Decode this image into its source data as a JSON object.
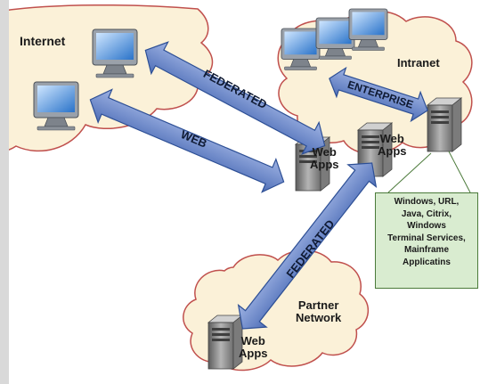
{
  "zones": {
    "internet": "Internet",
    "intranet": "Intranet",
    "partner": [
      "Partner",
      "Network"
    ]
  },
  "arrows": {
    "federated_top": "FEDERATED",
    "web": "WEB",
    "enterprise": "ENTERPRISE",
    "federated_partner": "FEDERATED"
  },
  "servers": {
    "web_apps_1": [
      "Web",
      "Apps"
    ],
    "web_apps_2": [
      "Web",
      "Apps"
    ],
    "web_apps_partner": [
      "Web",
      "Apps"
    ]
  },
  "info_box": {
    "lines": [
      "Windows, URL,",
      "Java, Citrix,",
      "Windows",
      "Terminal Services,",
      "Mainframe",
      "Applicatins"
    ]
  },
  "colors": {
    "cloud_fill": "#fbf1d8",
    "cloud_stroke": "#c0504d",
    "arrow_fill": "#6d88c9",
    "arrow_stroke": "#2d4f95",
    "info_fill": "#d9ecd0"
  }
}
